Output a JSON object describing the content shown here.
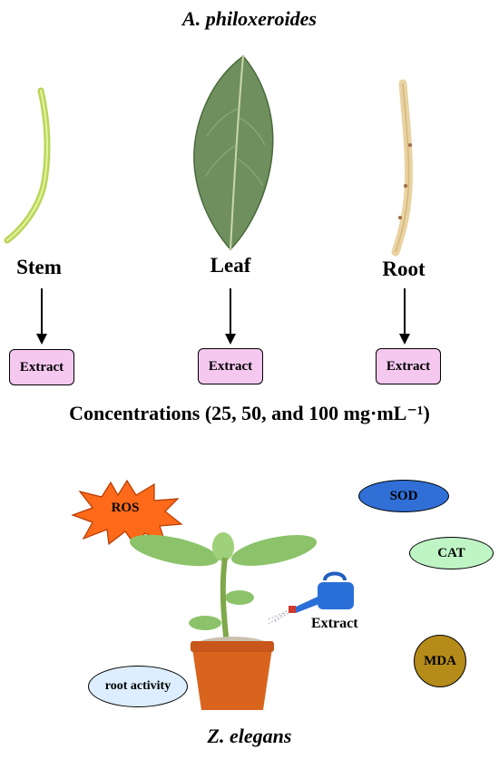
{
  "title_top": "A. philoxeroides",
  "parts": [
    {
      "label": "Stem",
      "box": "Extract"
    },
    {
      "label": "Leaf",
      "box": "Extract"
    },
    {
      "label": "Root",
      "box": "Extract"
    }
  ],
  "concentrations": "Concentrations (25, 50, and 100 mg·mL⁻¹)",
  "ros": "ROS",
  "markers": {
    "sod": "SOD",
    "cat": "CAT",
    "mda": "MDA",
    "root_activity": "root activity"
  },
  "watering_label": "Extract",
  "title_bottom": "Z. elegans",
  "colors": {
    "extract_box": "#f5c8f0",
    "ros": "#ff6a1a",
    "sod": "#2f6fd6",
    "cat": "#bff5c5",
    "mda": "#b58b1a",
    "root_activity": "#dceeff"
  }
}
